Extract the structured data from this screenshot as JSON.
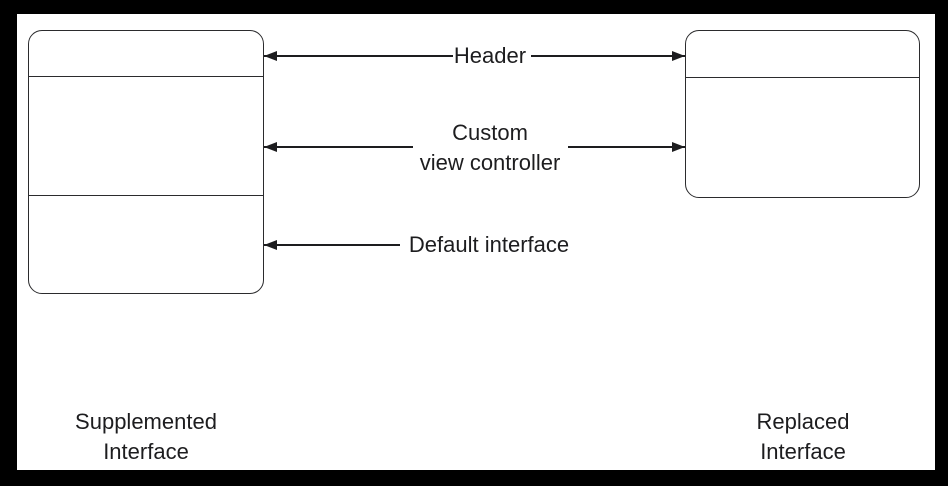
{
  "diagram": {
    "boxes": [
      {
        "name": "supplemented-interface",
        "caption": [
          "Supplemented",
          "Interface"
        ],
        "sections": 3
      },
      {
        "name": "replaced-interface",
        "caption": [
          "Replaced",
          "Interface"
        ],
        "sections": 2
      }
    ],
    "annotations": [
      {
        "label": [
          "Header"
        ],
        "arrows": [
          "left",
          "right"
        ]
      },
      {
        "label": [
          "Custom",
          "view controller"
        ],
        "arrows": [
          "left",
          "right"
        ]
      },
      {
        "label": [
          "Default interface"
        ],
        "arrows": [
          "left"
        ]
      }
    ],
    "colors": {
      "frame": "#000000",
      "background": "#ffffff",
      "stroke": "#1d1d1f"
    }
  }
}
